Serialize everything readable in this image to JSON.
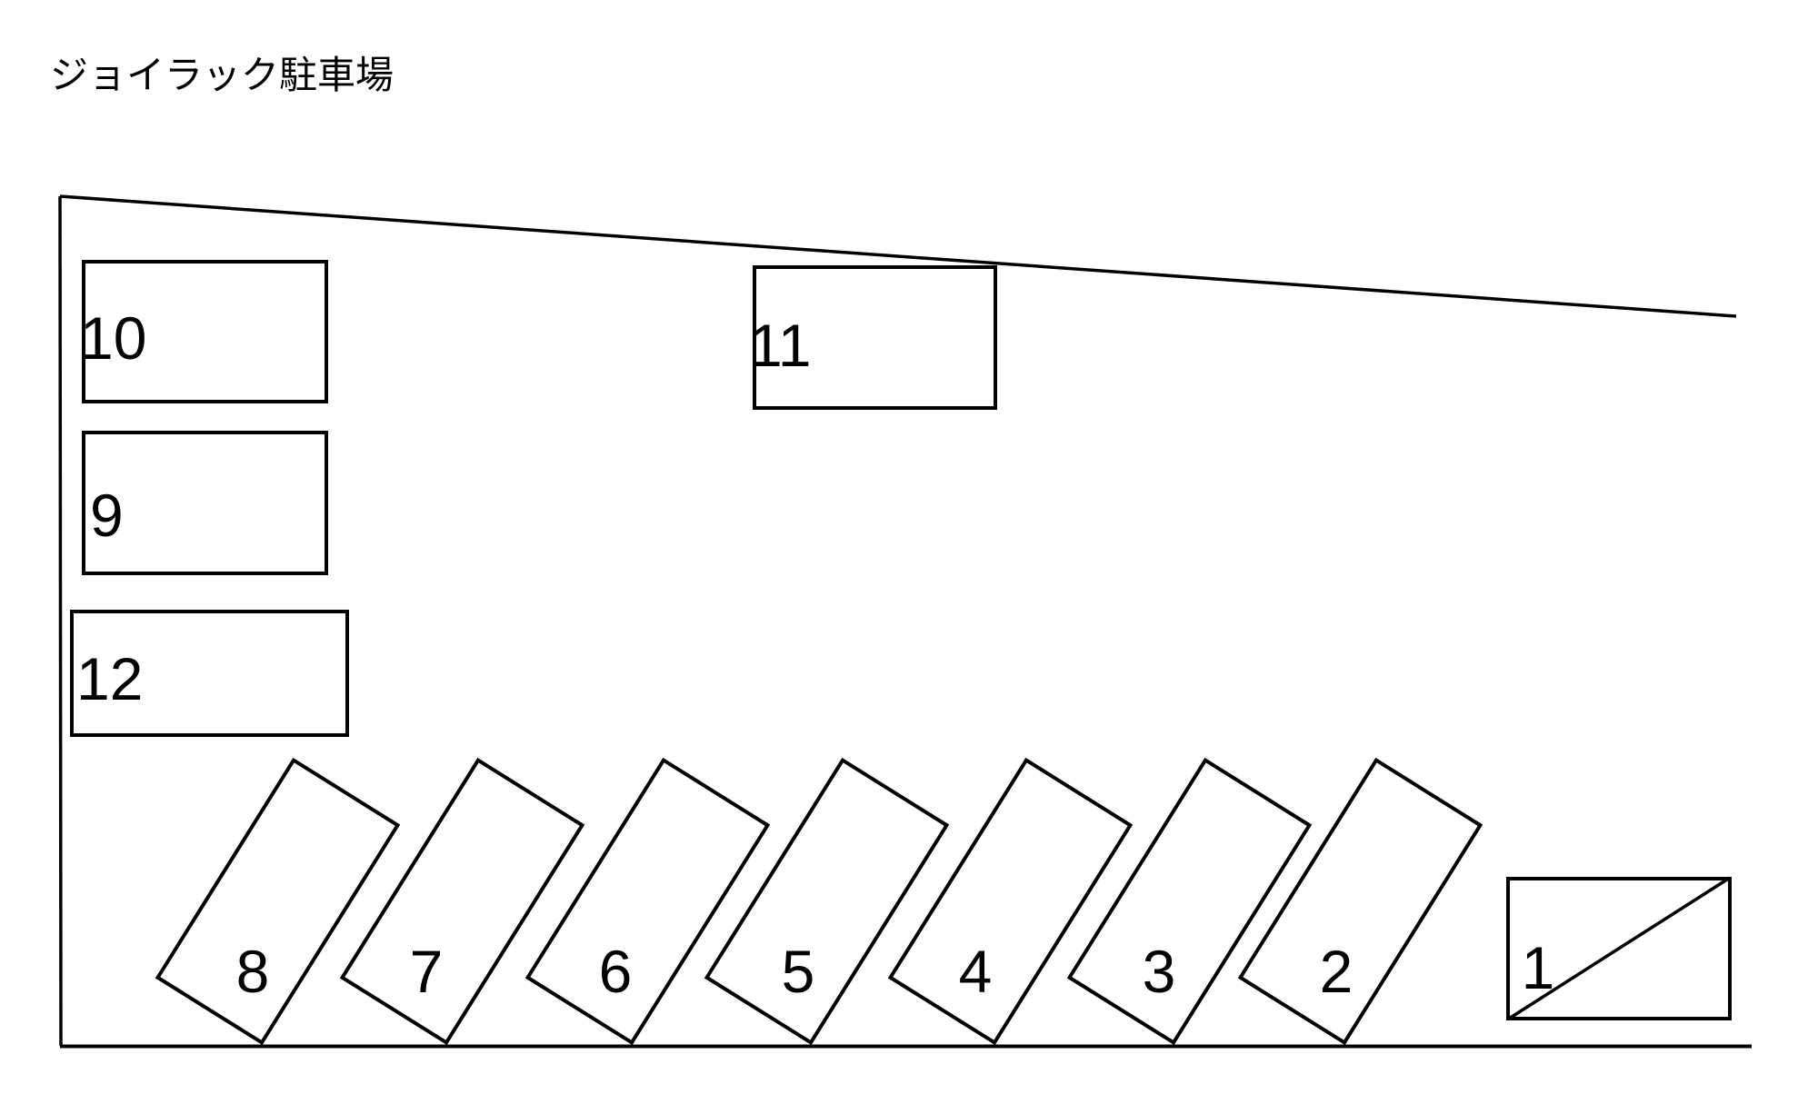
{
  "title": "ジョイラック駐車場",
  "colors": {
    "background": "#ffffff",
    "line": "#000000"
  },
  "spaces": {
    "1": {
      "label": "1",
      "diagonal_marked": true
    },
    "2": {
      "label": "2",
      "diagonal_marked": false
    },
    "3": {
      "label": "3",
      "diagonal_marked": false
    },
    "4": {
      "label": "4",
      "diagonal_marked": false
    },
    "5": {
      "label": "5",
      "diagonal_marked": false
    },
    "6": {
      "label": "6",
      "diagonal_marked": false
    },
    "7": {
      "label": "7",
      "diagonal_marked": false
    },
    "8": {
      "label": "8",
      "diagonal_marked": false
    },
    "9": {
      "label": "9",
      "diagonal_marked": false
    },
    "10": {
      "label": "10",
      "diagonal_marked": false
    },
    "11": {
      "label": "11",
      "diagonal_marked": false
    },
    "12": {
      "label": "12",
      "diagonal_marked": false
    }
  }
}
